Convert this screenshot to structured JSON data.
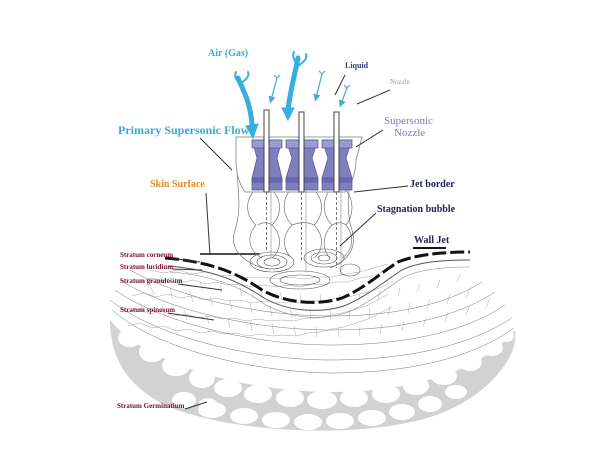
{
  "labels": {
    "air_gas": "Air (Gas)",
    "liquid": "Liquid",
    "nozzle": "Nozzle",
    "primary_supersonic_flow": "Primary Supersonic Flow",
    "supersonic_nozzle_line1": "Supersonic",
    "supersonic_nozzle_line2": "Nozzle",
    "skin_surface": "Skin Surface",
    "jet_border": "Jet border",
    "stagnation_bubble": "Stagnation bubble",
    "wall_jet": "Wall Jet",
    "stratum_corneum": "Stratum corneum",
    "stratum_lucidium": "Stratum lucidium",
    "stratum_granulosum": "Stratum granulosum",
    "stratum_spinosum": "Stratum spinosum",
    "stratum_germinatium": "Stratum Germinatium"
  },
  "colors": {
    "air": "#35aee0",
    "primary_flow": "#3ba8d8",
    "liquid": "#3a3a8a",
    "nozzle_grey": "#9a9a9a",
    "nozzle_body": "#7e7fbf",
    "nozzle_label": "#7b7cc0",
    "skin_surface": "#e58a22",
    "dark_text": "#23235a",
    "strata": "#7a1030",
    "cell_grey": "#d2d2d2"
  }
}
